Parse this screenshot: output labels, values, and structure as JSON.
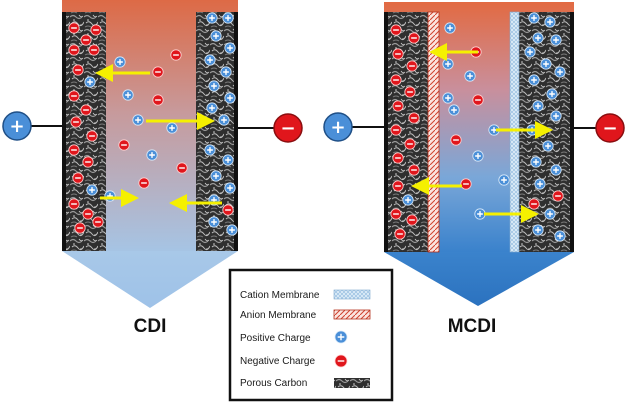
{
  "panels": {
    "cdi": {
      "title": "CDI"
    },
    "mcdi": {
      "title": "MCDI"
    }
  },
  "electrodes": {
    "positive_symbol": "+",
    "negative_symbol": "−"
  },
  "legend": {
    "cation_membrane": "Cation Membrane",
    "anion_membrane": "Anion Membrane",
    "positive_charge": "Positive Charge",
    "negative_charge": "Negative Charge",
    "porous_carbon": "Porous Carbon"
  },
  "colors": {
    "positive_ion": "#4a8fd8",
    "negative_ion": "#e0161c",
    "arrow": "#f5f000",
    "carbon": "#2b2b2b",
    "cation_membrane": "#cfe3f3",
    "anion_membrane": "#e88a7a",
    "water_top": "#e26a42",
    "water_bottom": "#2e79c4"
  }
}
